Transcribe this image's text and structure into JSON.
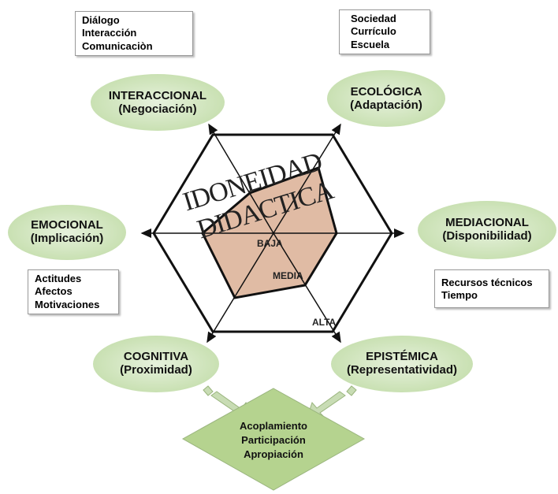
{
  "title_line1": "IDONEIDAD",
  "title_line2": "DIDACTICA",
  "levels": {
    "low": "BAJA",
    "mid": "MEDIA",
    "high": "ALTA"
  },
  "dimensions": [
    {
      "name": "INTERACCIONAL",
      "sub": "(Negociación)",
      "notes": [
        "Diálogo",
        "Interacción",
        "Comunicaciòn"
      ]
    },
    {
      "name": "ECOLÓGICA",
      "sub": "(Adaptación)",
      "notes": [
        "Sociedad",
        "Currículo",
        "Escuela"
      ]
    },
    {
      "name": "EMOCIONAL",
      "sub": "(Implicación)",
      "notes": [
        "Actitudes",
        "Afectos",
        "Motivaciones"
      ]
    },
    {
      "name": "MEDIACIONAL",
      "sub": "(Disponibilidad)",
      "notes": [
        "Recursos técnicos",
        "Tiempo"
      ]
    },
    {
      "name": "COGNITIVA",
      "sub": "(Proximidad)"
    },
    {
      "name": "EPISTÉMICA",
      "sub": "(Representatividad)"
    }
  ],
  "outcomes": [
    "Acoplamiento",
    "Participación",
    "Apropiación"
  ],
  "colors": {
    "ellipse": "#d5e8c4",
    "diamond": "#b5d38f",
    "polygon": "#e0bba4",
    "stroke": "#111111"
  }
}
